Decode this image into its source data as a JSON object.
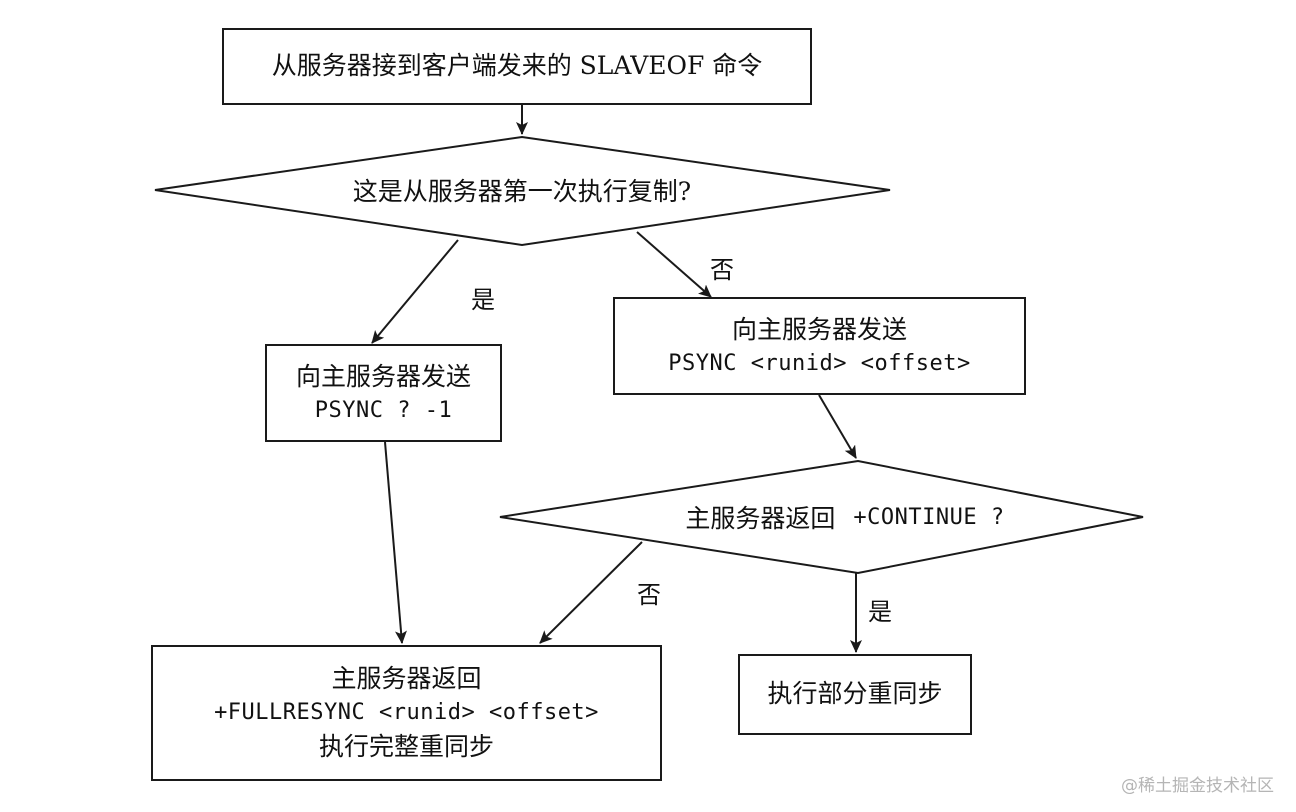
{
  "nodes": {
    "start": {
      "text": "从服务器接到客户端发来的 SLAVEOF 命令"
    },
    "decision_first": {
      "text": "这是从服务器第一次执行复制?"
    },
    "psync_full": {
      "line1": "向主服务器发送",
      "line2": "PSYNC ? -1"
    },
    "psync_partial": {
      "line1": "向主服务器发送",
      "line2": "PSYNC <runid> <offset>"
    },
    "decision_continue": {
      "line1": "主服务器返回",
      "line2": "+CONTINUE ?"
    },
    "fullresync": {
      "line1": "主服务器返回",
      "line2": "+FULLRESYNC <runid> <offset>",
      "line3": "执行完整重同步"
    },
    "partial_sync": {
      "text": "执行部分重同步"
    }
  },
  "edge_labels": {
    "first_yes": "是",
    "first_no": "否",
    "continue_no": "否",
    "continue_yes": "是"
  },
  "watermark": "@稀土掘金技术社区"
}
